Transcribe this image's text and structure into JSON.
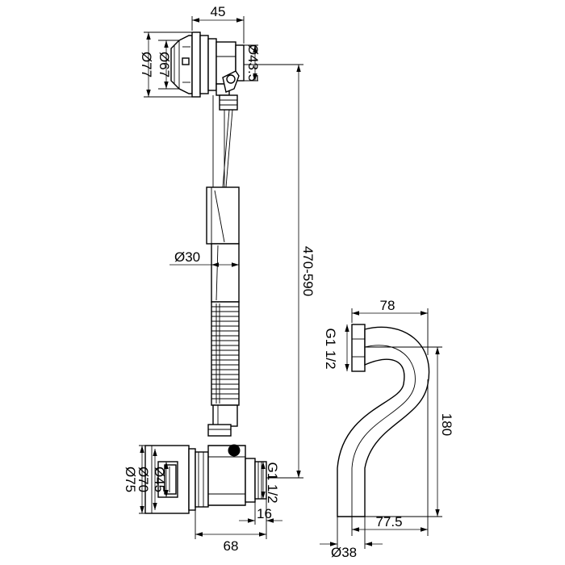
{
  "drawing": {
    "dimensions": {
      "overflow_width": "45",
      "overflow_outer_dia": "Ø77",
      "overflow_inner_dia": "Ø67",
      "overflow_outlet_dia": "Ø43.5",
      "total_length": "470-590",
      "pipe_dia": "Ø30",
      "waste_outer_dia": "Ø75",
      "waste_mid_dia": "Ø70",
      "waste_inner_dia": "Ø45",
      "outlet_thread": "G1 1/2",
      "outlet_length": "16",
      "waste_length": "68",
      "trap_width_top": "78",
      "trap_thread": "G1 1/2",
      "trap_height": "180",
      "trap_width_bottom": "77.5",
      "trap_pipe_dia": "Ø38"
    }
  }
}
